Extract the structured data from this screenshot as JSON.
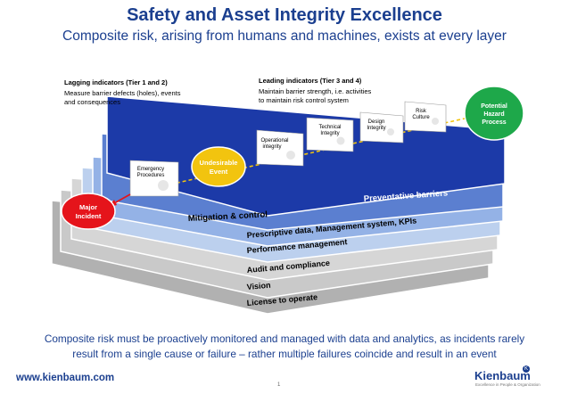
{
  "title": "Safety and Asset Integrity Excellence",
  "subtitle": "Composite risk, arising from humans and machines, exists at every layer",
  "lagging": {
    "heading": "Lagging indicators (Tier 1 and 2)",
    "line1": "Measure barrier defects (holes), events",
    "line2": "and consequences"
  },
  "leading": {
    "heading": "Leading indicators (Tier 3 and 4)",
    "line1": "Maintain barrier strength, i.e. activities",
    "line2": "to maintain risk control system"
  },
  "cards": {
    "emergency": [
      "Emergency",
      "Procedures"
    ],
    "operational": [
      "Operational",
      "integrity"
    ],
    "technical": [
      "Technical",
      "Integrity"
    ],
    "design": [
      "Design",
      "Integrity"
    ],
    "culture": [
      "Risk",
      "Culture"
    ]
  },
  "circles": {
    "potential": [
      "Potential",
      "Hazard",
      "Process"
    ],
    "undesirable": [
      "Undesirable",
      "Event"
    ],
    "major": [
      "Major",
      "Incident"
    ]
  },
  "labels": {
    "preventative": "Preventative barriers",
    "mitigation": "Mitigation & control"
  },
  "layers": [
    "Prescriptive data, Management system, KPIs",
    "Performance management",
    "Audit and compliance",
    "Vision",
    "License to operate"
  ],
  "footer": {
    "line1": "Composite risk must be proactively monitored and managed with data and analytics, as incidents rarely",
    "line2": "result from a single cause or failure – rather multiple failures coincide and result in an event",
    "website": "www.kienbaum.com",
    "page": "1",
    "brand": "Kienbaum",
    "brand_mark": "K",
    "brand_tagline": "Excellence in People & Organization"
  },
  "colors": {
    "title_blue": "#1b3f8f",
    "barrier_blue": "#1c3aa8",
    "mitigation_blue": "#5b7fd0",
    "potential_green": "#1ea84a",
    "undesirable_yellow": "#f2c40f",
    "major_red": "#e5141b"
  }
}
